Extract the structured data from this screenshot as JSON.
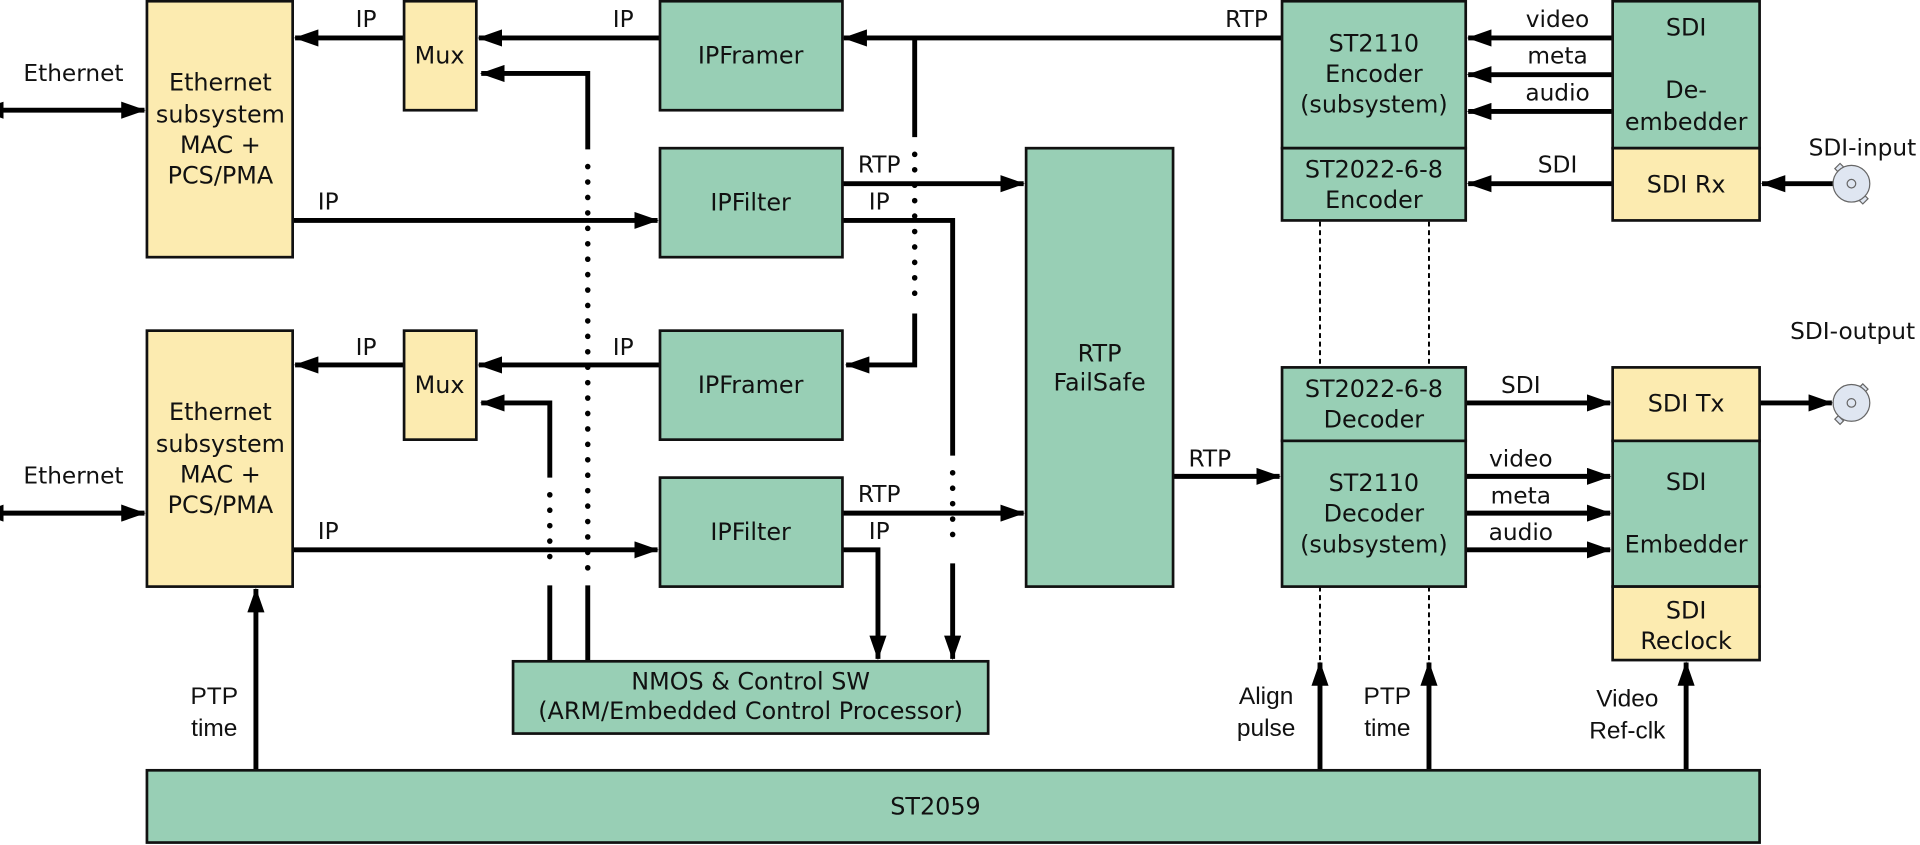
{
  "colors": {
    "green_block": "#98cfb5",
    "yellow_block": "#fcebb0",
    "connector": "#dfe6f1",
    "line": "#000000"
  },
  "blocks": {
    "eth_top": [
      "Ethernet",
      "subsystem",
      "MAC +",
      "PCS/PMA"
    ],
    "eth_bottom": [
      "Ethernet",
      "subsystem",
      "MAC +",
      "PCS/PMA"
    ],
    "mux_top": "Mux",
    "mux_bottom": "Mux",
    "ipframer_top": "IPFramer",
    "ipfilter_top": "IPFilter",
    "ipframer_bottom": "IPFramer",
    "ipfilter_bottom": "IPFilter",
    "rtp_failsafe": [
      "RTP",
      "FailSafe"
    ],
    "st2110_encoder": [
      "ST2110",
      "Encoder",
      "(subsystem)"
    ],
    "st2022_encoder": [
      "ST2022-6-8",
      "Encoder"
    ],
    "sdi_deembedder": [
      "SDI",
      "De-",
      "embedder"
    ],
    "sdi_rx": "SDI Rx",
    "st2022_decoder": [
      "ST2022-6-8",
      "Decoder"
    ],
    "st2110_decoder": [
      "ST2110",
      "Decoder",
      "(subsystem)"
    ],
    "sdi_tx": "SDI Tx",
    "sdi_embedder": [
      "SDI",
      "Embedder"
    ],
    "sdi_reclock": [
      "SDI",
      "Reclock"
    ],
    "nmos": [
      "NMOS  &  Control SW",
      "(ARM/Embedded Control Processor)"
    ],
    "st2059": "ST2059"
  },
  "labels": {
    "ethernet_top": "Ethernet",
    "ethernet_bottom": "Ethernet",
    "ip_mux_to_eth_top": "IP",
    "ip_framer_to_mux_top": "IP",
    "ip_eth_to_filter_top": "IP",
    "rtp_encoder_out": "RTP",
    "rtp_filter_top": "RTP",
    "ip_filter_top": "IP",
    "ip_mux_to_eth_bottom": "IP",
    "ip_framer_to_mux_bottom": "IP",
    "ip_eth_to_filter_bottom": "IP",
    "rtp_filter_bottom": "RTP",
    "ip_filter_bottom": "IP",
    "rtp_failsafe_out": "RTP",
    "enc_video": "video",
    "enc_meta": "meta",
    "enc_audio": "audio",
    "enc_sdi": "SDI",
    "sdi_input": "SDI-input",
    "sdi_output": "SDI-output",
    "dec_sdi": "SDI",
    "dec_video": "video",
    "dec_meta": "meta",
    "dec_audio": "audio",
    "ptp_time_left": [
      "PTP",
      "time"
    ],
    "align_pulse": [
      "Align",
      "pulse"
    ],
    "ptp_time_right": [
      "PTP",
      "time"
    ],
    "video_ref_clk": [
      "Video",
      "Ref-clk"
    ]
  }
}
